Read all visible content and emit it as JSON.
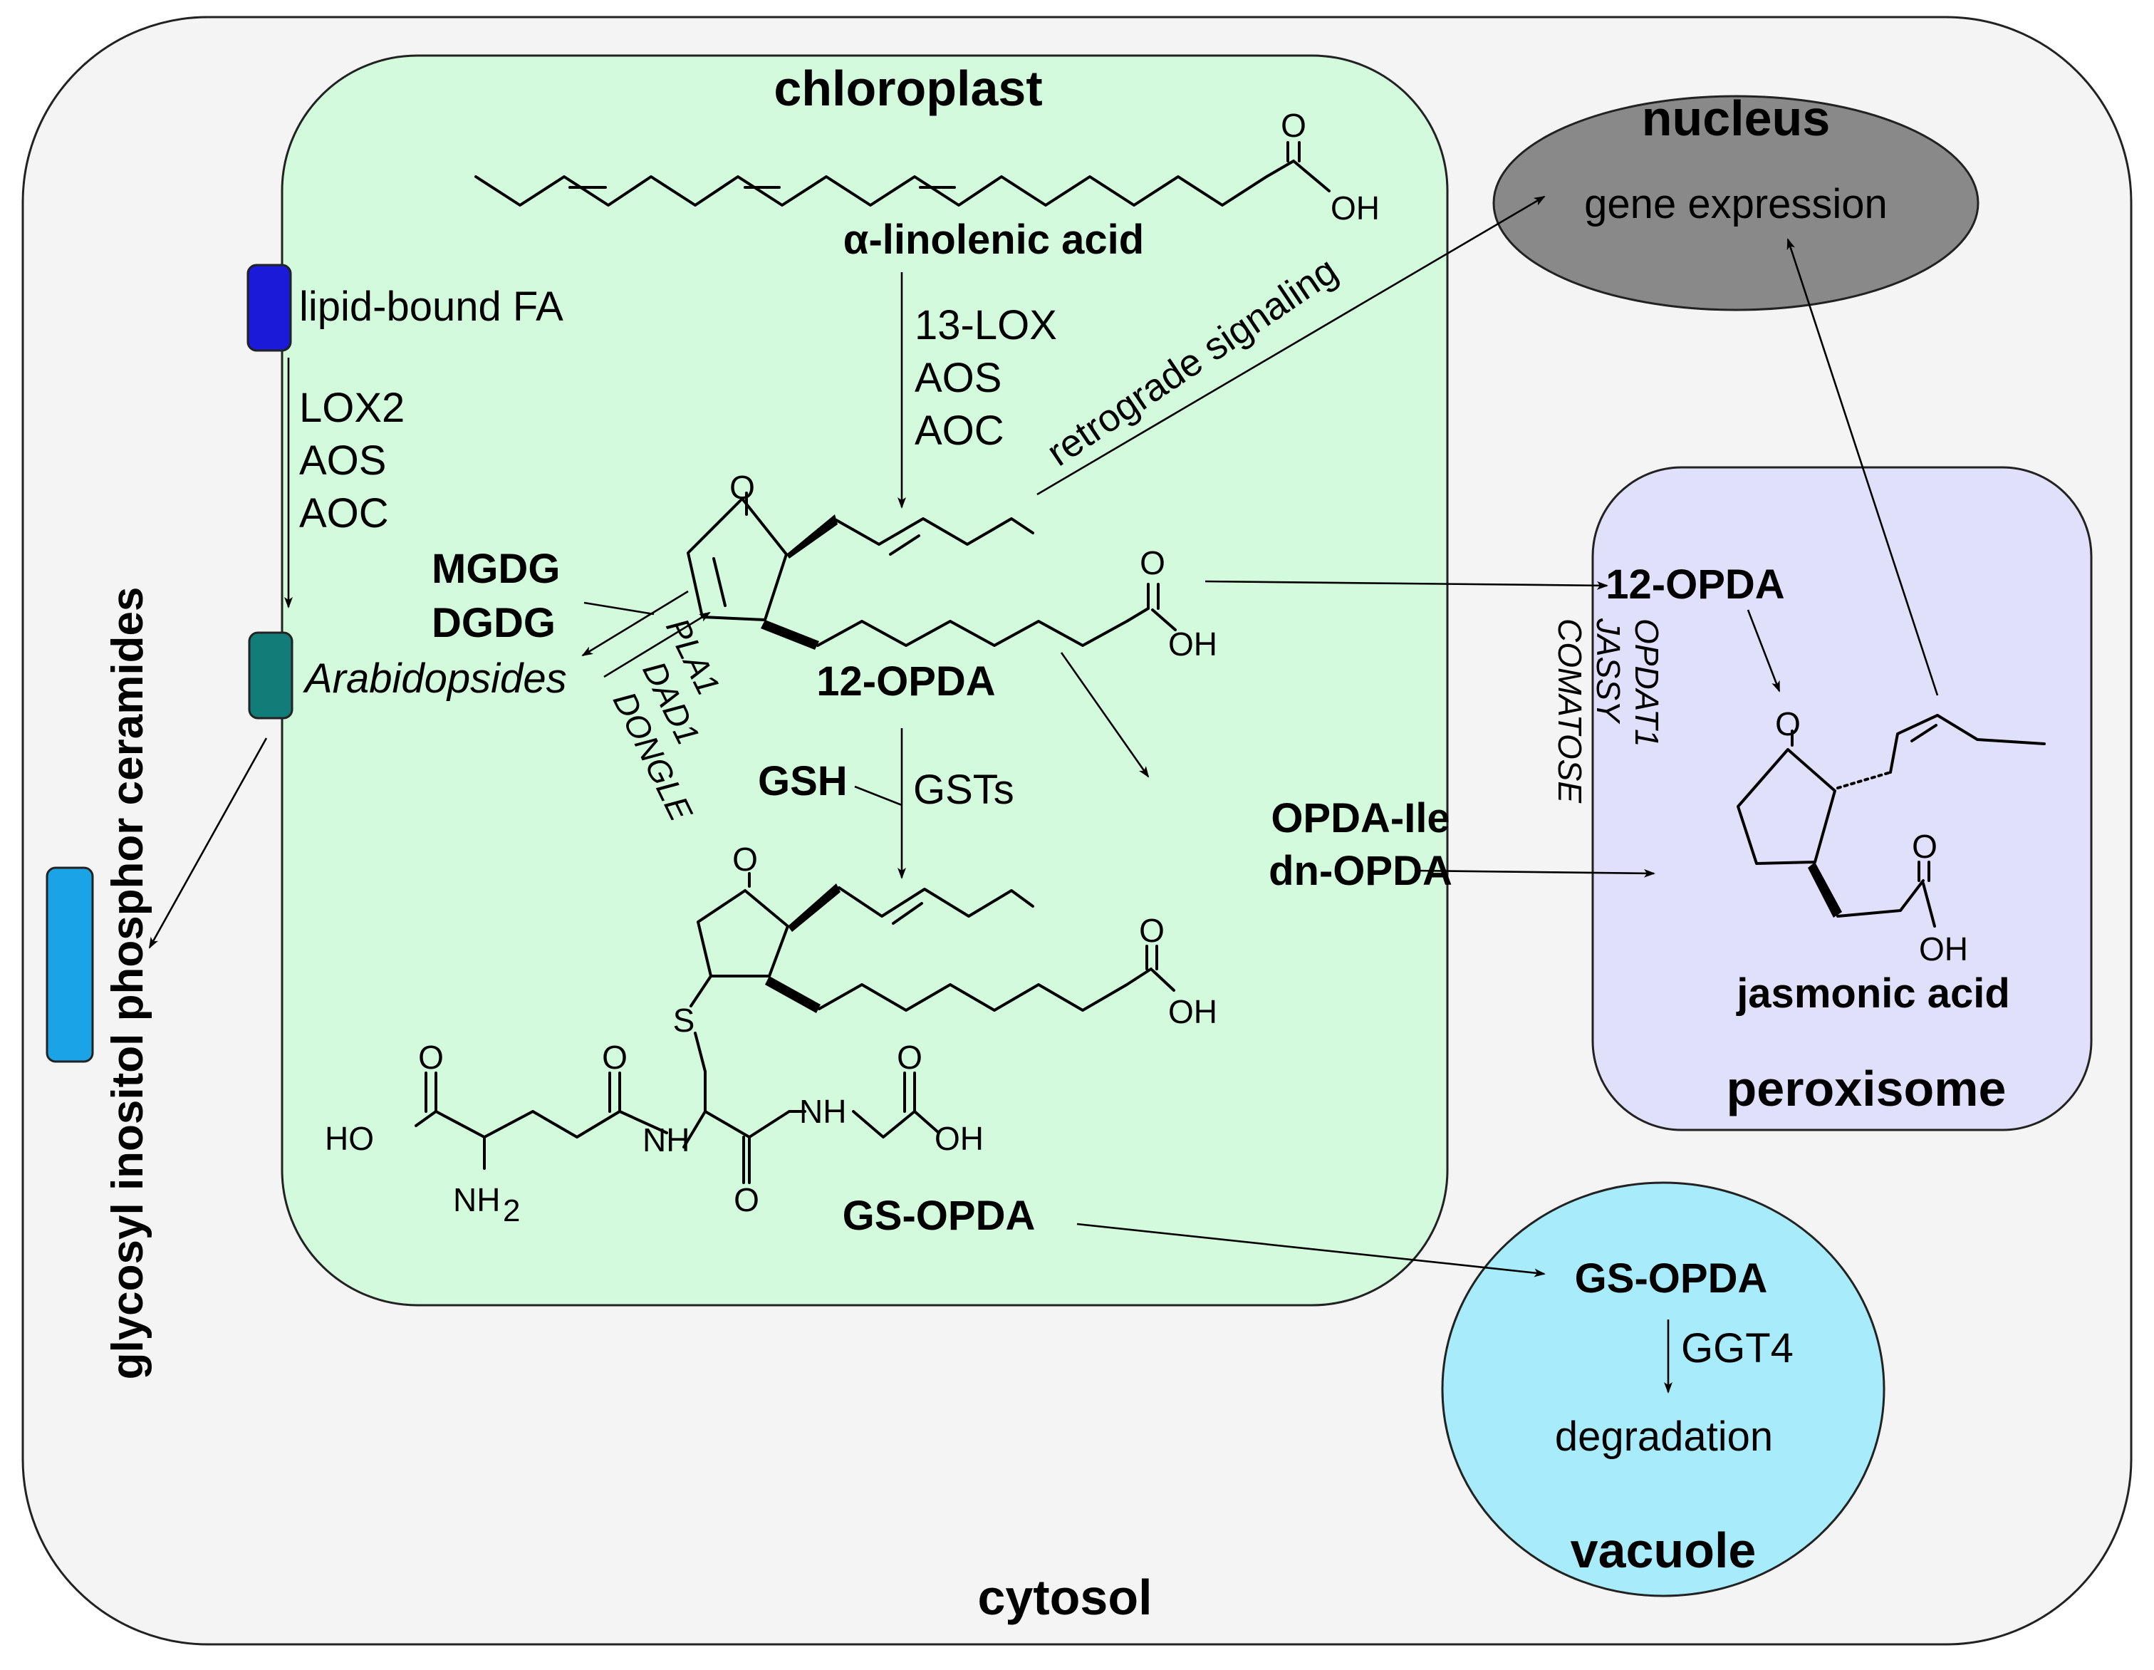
{
  "compartments": {
    "cytosol": "cytosol",
    "chloroplast": "chloroplast",
    "nucleus": "nucleus",
    "peroxisome": "peroxisome",
    "vacuole": "vacuole"
  },
  "labels": {
    "linolenic": "α-linolenic acid",
    "lipid_bound": "lipid-bound FA",
    "enz_left": [
      "LOX2",
      "AOS",
      "AOC"
    ],
    "enz_center": [
      "13-LOX",
      "AOS",
      "AOC"
    ],
    "mgdg": "MGDG",
    "dgdg": "DGDG",
    "arabidopsides": "Arabidopsides",
    "pla": [
      "PLA1",
      "DAD1",
      "DONGLE"
    ],
    "opda": "12-OPDA",
    "gsh": "GSH",
    "gsts": "GSTs",
    "opda_ile": "OPDA-Ile",
    "dn_opda": "dn-OPDA",
    "gs_opda": "GS-OPDA",
    "retrograde": "retrograde signaling",
    "gene_expression": "gene expression",
    "perox_opda": "12-OPDA",
    "perox_enz": [
      "OPDAT1",
      "JASSY",
      "COMATOSE"
    ],
    "jasmonic": "jasmonic acid",
    "vac_gs_opda": "GS-OPDA",
    "ggt4": "GGT4",
    "degradation": "degradation",
    "glycosyl": "glycosyl inositol phosphor ceramides"
  },
  "atoms": {
    "O": "O",
    "OH": "OH",
    "HO": "HO",
    "S": "S",
    "NH": "NH",
    "NH2": "NH",
    "sub2": "2"
  },
  "colors": {
    "cytosol": "#f4f4f4",
    "chloroplast": "#d3fadd",
    "nucleus": "#898989",
    "peroxisome": "#e0e0fa",
    "vacuole": "#a8ecfb",
    "lipid_box": "#1a1ad8",
    "arabidopsides_box": "#127c78",
    "ceramide_box": "#1aa3e6"
  }
}
